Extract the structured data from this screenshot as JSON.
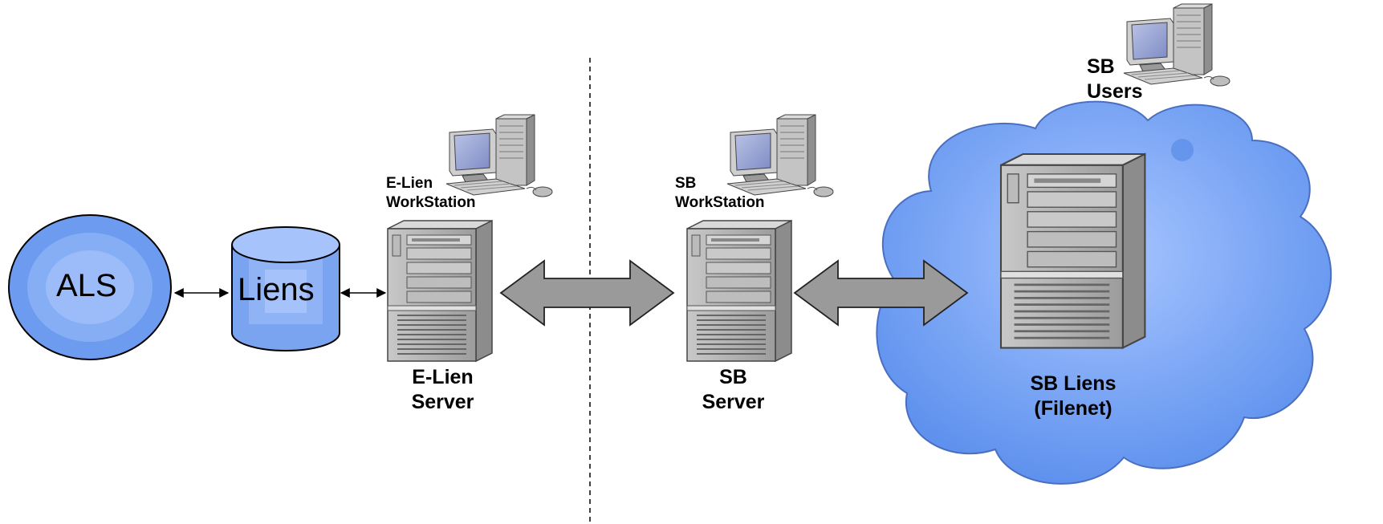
{
  "nodes": {
    "als": {
      "label": "ALS"
    },
    "liens": {
      "label": "Liens"
    },
    "elien_workstation": {
      "line1": "E-Lien",
      "line2": "WorkStation"
    },
    "elien_server": {
      "line1": "E-Lien",
      "line2": "Server"
    },
    "sb_workstation": {
      "line1": "SB",
      "line2": "WorkStation"
    },
    "sb_server": {
      "line1": "SB",
      "line2": "Server"
    },
    "sb_users": {
      "line1": "SB",
      "line2": "Users"
    },
    "sb_liens": {
      "line1": "SB Liens",
      "line2": "(Filenet)"
    }
  },
  "colors": {
    "blue_fill": "#7da6f0",
    "blue_light": "#a9c6ff",
    "arrow_gray": "#999999",
    "cloud_fill": "#6f9ff2",
    "server_body": "#a8a8a8"
  },
  "icons": {
    "workstation": "desktop-computer-icon",
    "server": "tower-server-icon",
    "database": "cylinder-database-icon",
    "cloud": "cloud-icon"
  }
}
